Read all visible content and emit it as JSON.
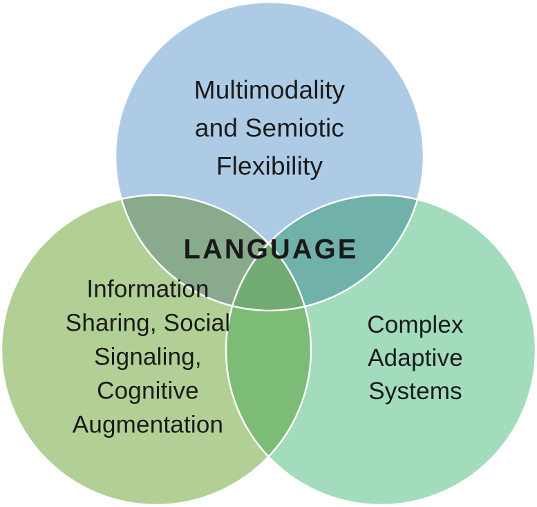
{
  "diagram": {
    "title": "Language Venn diagram",
    "center_label": "LANGUAGE",
    "circles": {
      "top": {
        "name": "Multimodality and Semiotic Flexibility",
        "lines": [
          "Multimodality",
          "and Semiotic",
          "Flexibility"
        ],
        "color": "#aecbe6"
      },
      "left": {
        "name": "Information Sharing, Social Signaling, Cognitive Augmentation",
        "lines": [
          "Information",
          "Sharing, Social",
          "Signaling,",
          "Cognitive",
          "Augmentation"
        ],
        "color": "#b2d096"
      },
      "right": {
        "name": "Complex Adaptive Systems",
        "lines": [
          "Complex",
          "Adaptive",
          "Systems"
        ],
        "color": "#a2dcbd"
      }
    },
    "overlap_colors": {
      "top_left": "#8aaa8d",
      "top_right": "#70b1a9",
      "left_right": "#7cbc77",
      "triple": "#73ab75"
    },
    "stroke_color": "#ffffff",
    "text_color": "#1a1a1a",
    "background_color": "#ffffff"
  }
}
